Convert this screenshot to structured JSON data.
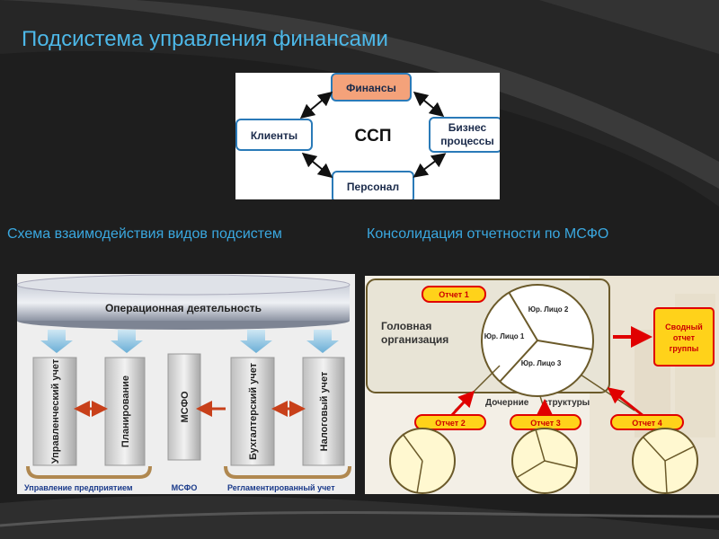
{
  "slide": {
    "title": "Подсистема управления финансами",
    "captions": {
      "left": "Схема взаимодействия видов подсистем",
      "right": "Консолидация отчетности по МСФО"
    }
  },
  "ssp_diagram": {
    "center": "ССП",
    "top": "Финансы",
    "left": "Клиенты",
    "right_line1": "Бизнес",
    "right_line2": "процессы",
    "bottom": "Персонал"
  },
  "operations_diagram": {
    "header": "Операционная деятельность",
    "columns": [
      "Управленческий учет",
      "Планирование",
      "МСФО",
      "Бухгалтерский учет",
      "Налоговый учет"
    ],
    "groups": [
      "Управление предприятием",
      "МСФО",
      "Регламентированный учет"
    ]
  },
  "msfo_diagram": {
    "head_org_line1": "Головная",
    "head_org_line2": "организация",
    "report1": "Отчет 1",
    "report2": "Отчет 2",
    "report3": "Отчет 3",
    "report4": "Отчет 4",
    "entity1": "Юр. Лицо 1",
    "entity2": "Юр. Лицо 2",
    "entity3": "Юр. Лицо 3",
    "subsidiaries_word1": "Дочерние",
    "subsidiaries_word2": "структуры",
    "consolidated_line1": "Сводный",
    "consolidated_line2": "отчет",
    "consolidated_line3": "группы"
  },
  "colors": {
    "title": "#4db8e8",
    "caption": "#3aa8e0",
    "finance_box": "#f4a27a",
    "box_border": "#2a7ab8",
    "report_fill": "#ffd21a",
    "report_border": "#e00000",
    "accent_arrow": "#c8401a"
  }
}
